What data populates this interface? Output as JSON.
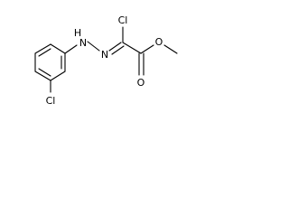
{
  "atoms": {
    "h_top": "H",
    "n_top": "N",
    "n_bottom": "N",
    "cl_top": "Cl",
    "cl_ring": "Cl",
    "o_top": "O",
    "o_bottom": "O"
  },
  "colors": {
    "stroke": "#000000",
    "background": "#ffffff"
  }
}
